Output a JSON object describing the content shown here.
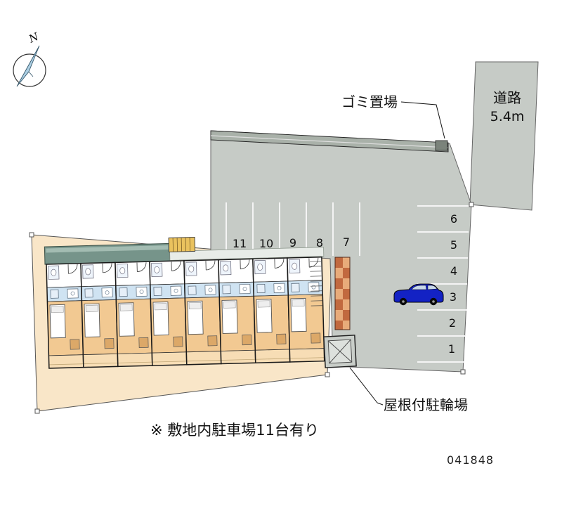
{
  "plan_id": "041848",
  "compass": {
    "label": "N"
  },
  "road": {
    "name": "道路",
    "width": "5.4m"
  },
  "labels": {
    "garbage": "ゴミ置場",
    "bicycle_parking": "屋根付駐輪場",
    "site_note": "※ 敷地内駐車場11台有り"
  },
  "parking": {
    "top_spaces": [
      "11",
      "10",
      "9",
      "8",
      "7"
    ],
    "side_spaces": [
      "6",
      "5",
      "4",
      "3",
      "2",
      "1"
    ]
  },
  "colors": {
    "paving": "#c6cbc6",
    "wall_strip": "#a9b1a9",
    "site": "#f9e6c8",
    "room_tan": "#f2c992",
    "water_blue": "#cfe3f2",
    "roof_teal": "#76948a",
    "car_blue": "#1322c4"
  }
}
